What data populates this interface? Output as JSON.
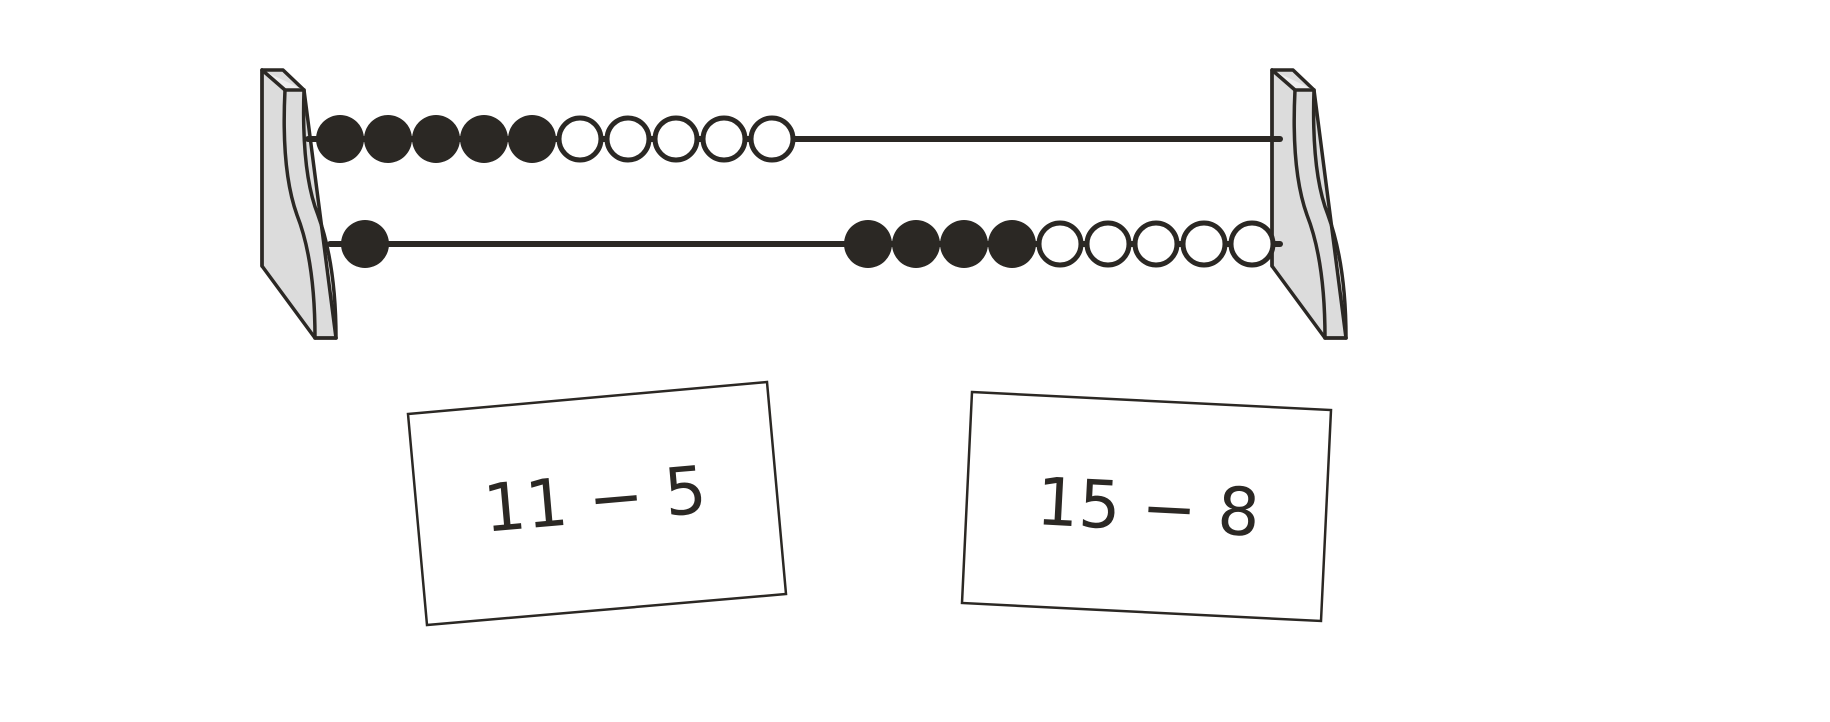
{
  "colors": {
    "ink": "#2b2824",
    "frame_fill": "#dcdcdc",
    "frame_light": "#eeeeee",
    "bead_light": "#ffffff",
    "background": "#ffffff"
  },
  "abacus": {
    "rows": [
      {
        "name": "top-rod",
        "groups": [
          {
            "side": "left",
            "dark": 5,
            "light": 5
          }
        ]
      },
      {
        "name": "bottom-rod",
        "groups": [
          {
            "side": "left",
            "dark": 1,
            "light": 0
          },
          {
            "side": "right",
            "dark": 4,
            "light": 5
          }
        ]
      }
    ]
  },
  "cards": [
    {
      "expression": "11 − 5"
    },
    {
      "expression": "15 − 8"
    }
  ]
}
